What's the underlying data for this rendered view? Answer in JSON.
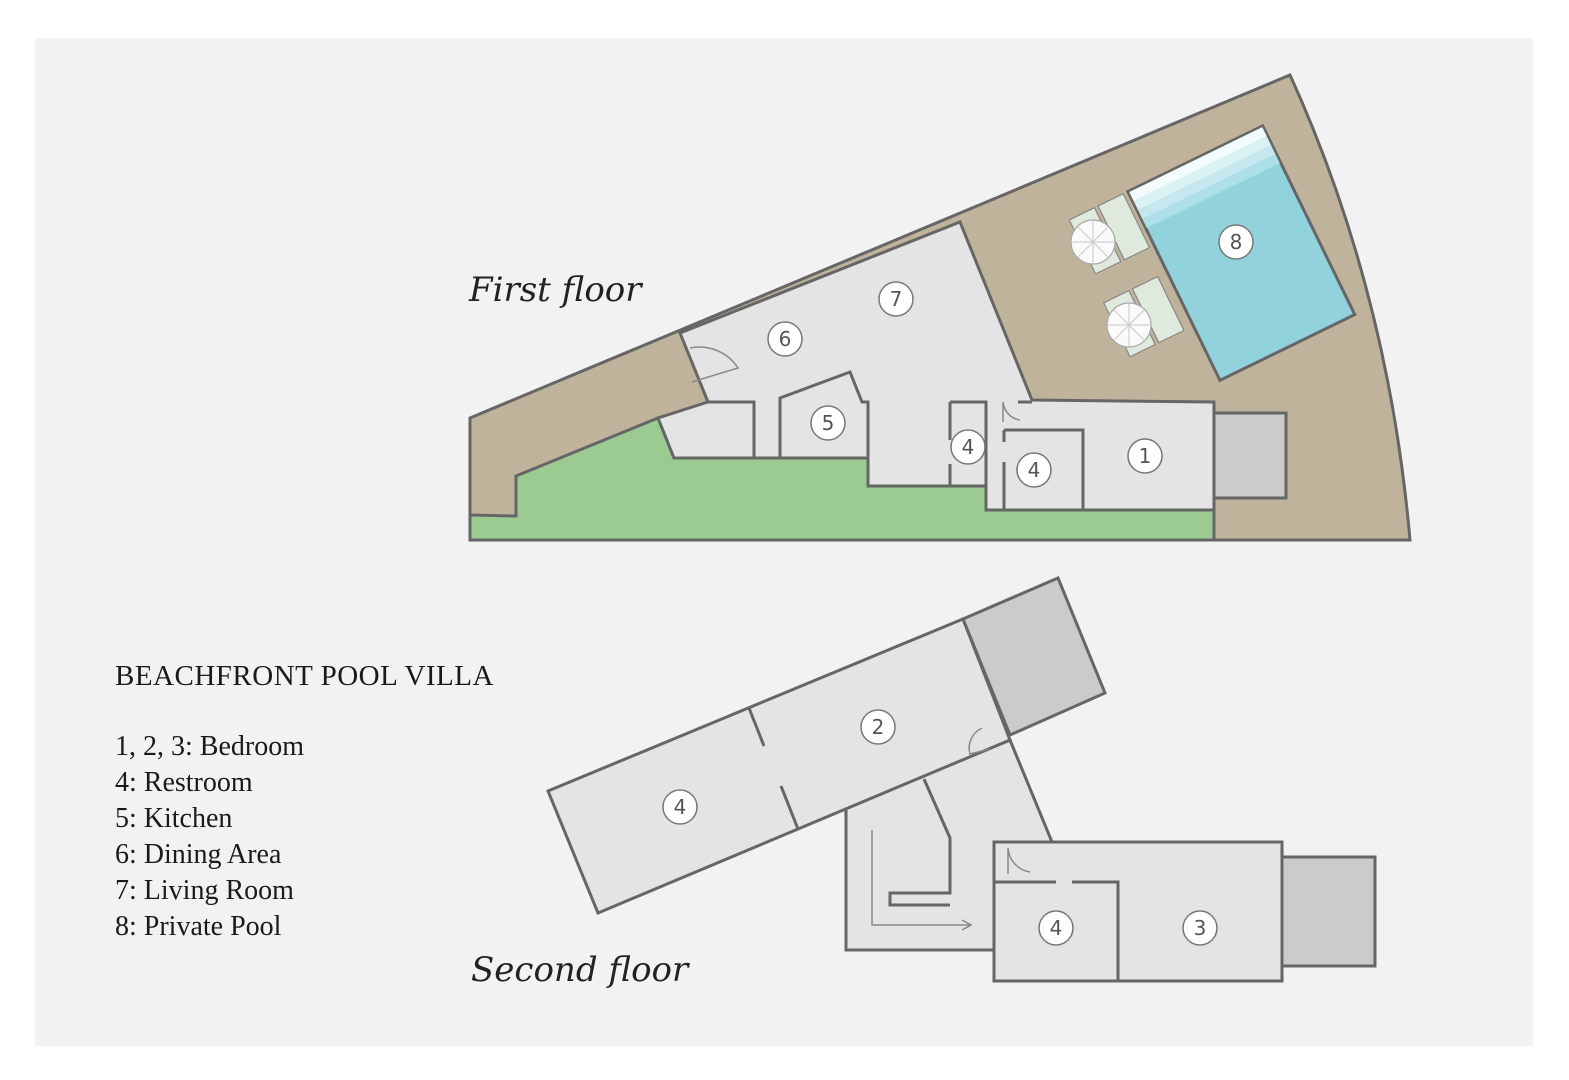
{
  "title": "BEACHFRONT POOL VILLA",
  "floors": {
    "first": "First floor",
    "second": "Second floor"
  },
  "legend": [
    "1, 2, 3: Bedroom",
    "4: Restroom",
    "5: Kitchen",
    "6: Dining Area",
    "7: Living Room",
    "8: Private Pool"
  ],
  "rooms": {
    "first": [
      "1",
      "4",
      "4",
      "5",
      "6",
      "7",
      "8"
    ],
    "second": [
      "2",
      "4",
      "4",
      "3"
    ]
  },
  "colors": {
    "background": "#f2f2f2",
    "terrace": "#c0b39b",
    "garden": "#9bcb90",
    "room": "#e4e4e4",
    "balcony": "#cbcbcb",
    "pool": "#92d2dc",
    "wall": "#666666"
  }
}
